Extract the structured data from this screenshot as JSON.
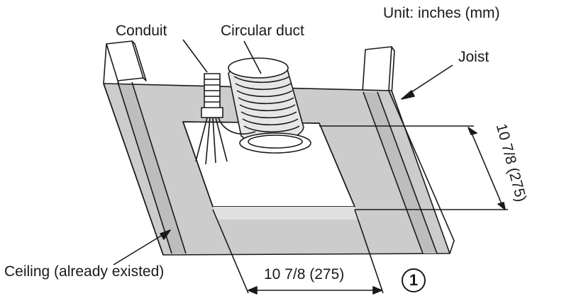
{
  "labels": {
    "unit": "Unit: inches (mm)",
    "conduit": "Conduit",
    "circular_duct": "Circular duct",
    "joist": "Joist",
    "ceiling": "Ceiling (already existed)",
    "dim_horizontal": "10 7/8 (275)",
    "dim_vertical": "10 7/8 (275)",
    "marker": "1"
  },
  "colors": {
    "ceiling_fill": "#cccccc",
    "opening_fill": "#ffffff",
    "stroke": "#1a1a1a",
    "duct_fill": "#e6e6e6"
  }
}
